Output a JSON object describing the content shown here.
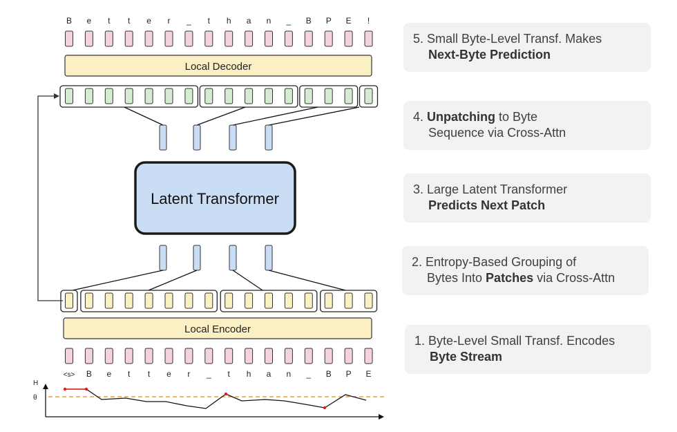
{
  "diagram": {
    "output_bytes": [
      "B",
      "e",
      "t",
      "t",
      "e",
      "r",
      "_",
      "t",
      "h",
      "a",
      "n",
      "_",
      "B",
      "P",
      "E",
      "!"
    ],
    "input_bytes": [
      "<s>",
      "B",
      "e",
      "t",
      "t",
      "e",
      "r",
      "_",
      "t",
      "h",
      "a",
      "n",
      "_",
      "B",
      "P",
      "E"
    ],
    "decoder_label": "Local Decoder",
    "encoder_label": "Local Encoder",
    "latent_label": "Latent Transformer",
    "entropy_axis_label": "H",
    "threshold_label": "θ",
    "entropy_above_threshold": [
      true,
      true,
      false,
      false,
      false,
      false,
      false,
      false,
      true,
      false,
      false,
      false,
      false,
      true,
      false,
      false
    ]
  },
  "steps": [
    {
      "number": "5.",
      "pre": "Small Byte-Level Transf. Makes",
      "bold": "Next-Byte Prediction",
      "post": ""
    },
    {
      "number": "4.",
      "bold_first": "Unpatching",
      "pre_rest": " to Byte",
      "line2": "Sequence via Cross-Attn"
    },
    {
      "number": "3.",
      "pre": "Large Latent Transformer",
      "bold": "Predicts Next Patch",
      "post": ""
    },
    {
      "number": "2.",
      "pre": "Entropy-Based Grouping of",
      "line2_pre": "Bytes Into ",
      "bold": "Patches",
      "line2_post": " via Cross-Attn"
    },
    {
      "number": "1.",
      "pre": "Byte-Level  Small Transf. Encodes",
      "bold": "Byte Stream",
      "post": ""
    }
  ],
  "colors": {
    "byte_pink": "#f4d3dc",
    "decoder_green": "#d5ecd2",
    "encoder_yellow": "#fbefc4",
    "latent_blue": "#c9def5",
    "bar_fill": "#fbefc4",
    "threshold": "#e6a23c",
    "entropy_point": "#e02020"
  }
}
